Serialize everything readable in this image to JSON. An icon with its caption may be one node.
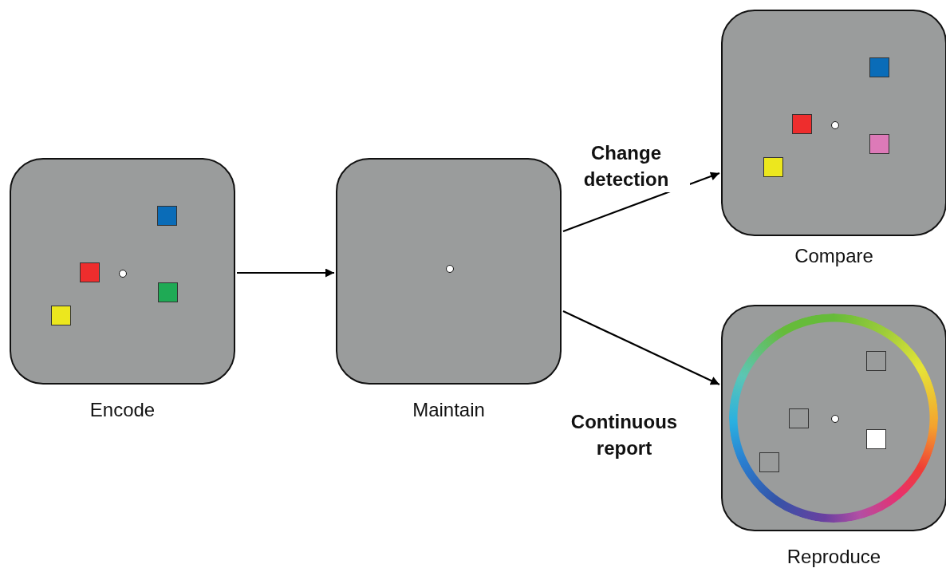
{
  "diagram": {
    "nodes": [
      {
        "text": [
          "Encode"
        ]
      },
      {
        "text": [
          "Maintain"
        ]
      },
      {
        "text": [
          "Compare"
        ]
      },
      {
        "text": [
          "Reproduce"
        ]
      }
    ],
    "edges": [
      {
        "from": 0,
        "to": 1,
        "arrow": "to"
      },
      {
        "from": 1,
        "to": 2,
        "arrow": "to",
        "label": "Change detection"
      },
      {
        "from": 1,
        "to": 3,
        "arrow": "to",
        "label": "Continuous report"
      }
    ]
  }
}
